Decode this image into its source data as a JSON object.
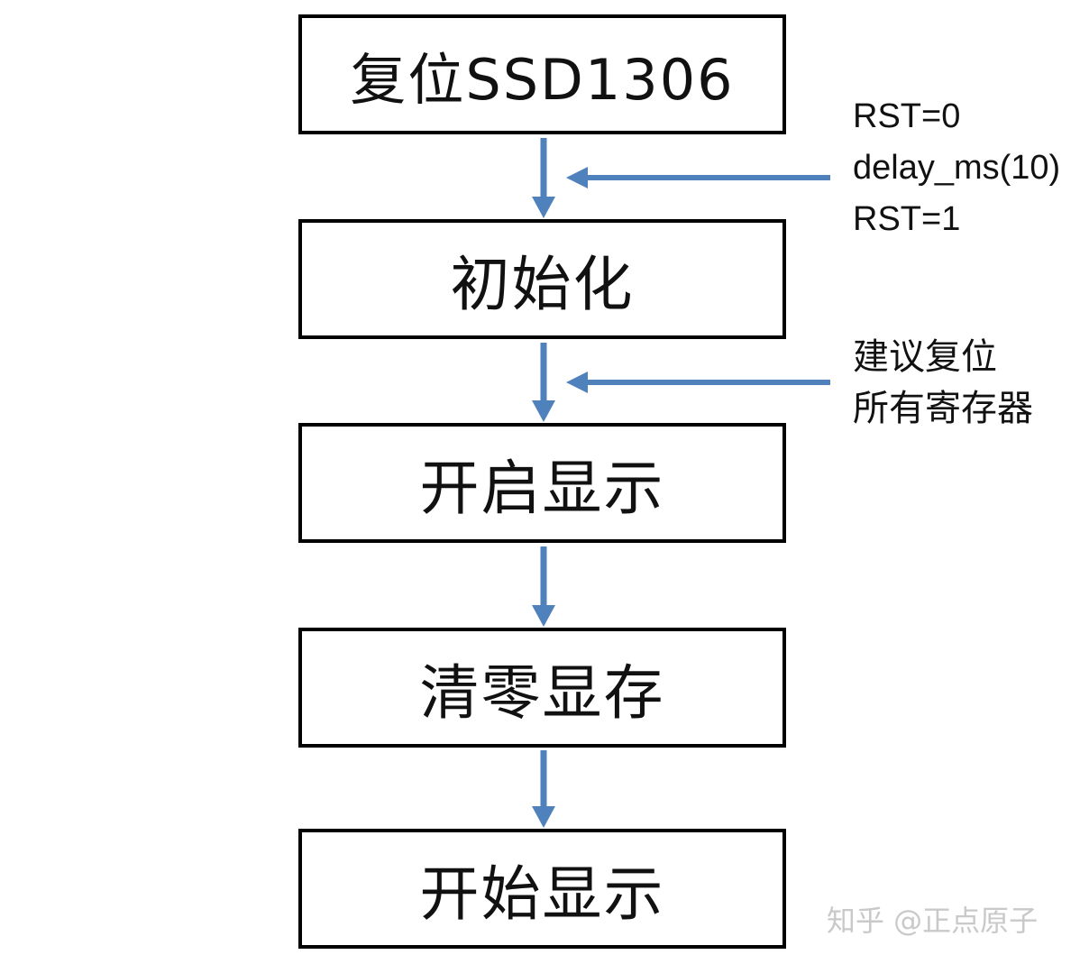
{
  "steps": [
    {
      "label": "复位SSD1306"
    },
    {
      "label": "初始化"
    },
    {
      "label": "开启显示"
    },
    {
      "label": "清零显存"
    },
    {
      "label": "开始显示"
    }
  ],
  "notes": {
    "reset": {
      "line1": "RST=0",
      "line2": "delay_ms(10)",
      "line3": "RST=1"
    },
    "init": {
      "line1": "建议复位",
      "line2": "所有寄存器"
    }
  },
  "watermark": "知乎 @正点原子",
  "colors": {
    "arrow": "#4f81bd",
    "box_border": "#000000",
    "text": "#111111"
  }
}
